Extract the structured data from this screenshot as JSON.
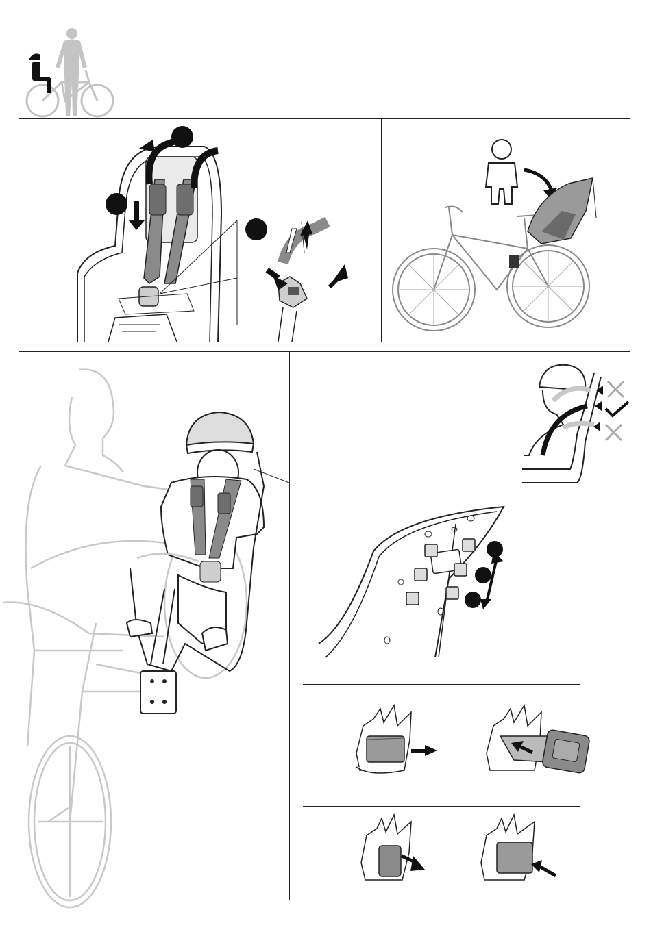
{
  "document": {
    "type": "assembly-instructions",
    "header": {
      "icon": "child-bike-seat-user-icon"
    },
    "panels": [
      {
        "name": "harness-adjustment",
        "step_markers": 3
      },
      {
        "name": "place-child-in-seat"
      },
      {
        "name": "cyclist-with-child"
      },
      {
        "name": "shoulder-height-check",
        "symbols": [
          "cross-icon",
          "check-icon",
          "cross-icon"
        ]
      },
      {
        "name": "harness-slot-positions",
        "step_markers": 3
      },
      {
        "name": "shoulder-pad-attach"
      },
      {
        "name": "shoulder-pad-detach"
      }
    ],
    "colors": {
      "line": "#222222",
      "fill_dark": "#8a8a8a",
      "fill_light": "#c9c9c9",
      "ghost": "#c8c8c8",
      "marker": "#111111"
    }
  }
}
